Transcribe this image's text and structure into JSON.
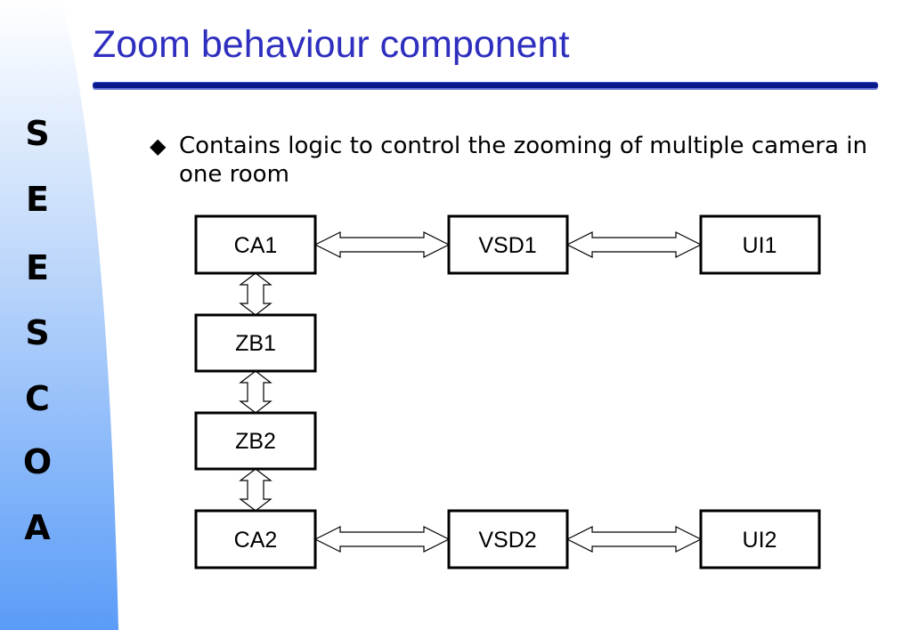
{
  "sidebar": {
    "letters": [
      "S",
      "E",
      "E",
      "S",
      "C",
      "O",
      "A"
    ],
    "gradient_top": "#ffffff",
    "gradient_bottom": "#5a9cf8"
  },
  "title": "Zoom behaviour component",
  "title_color": "#2f2fbf",
  "bullet": {
    "glyph": "◆",
    "text": "Contains logic to control the zooming of multiple camera in one room"
  },
  "diagram": {
    "nodes": [
      {
        "id": "ca1",
        "label": "CA1"
      },
      {
        "id": "vsd1",
        "label": "VSD1"
      },
      {
        "id": "ui1",
        "label": "UI1"
      },
      {
        "id": "zb1",
        "label": "ZB1"
      },
      {
        "id": "zb2",
        "label": "ZB2"
      },
      {
        "id": "ca2",
        "label": "CA2"
      },
      {
        "id": "vsd2",
        "label": "VSD2"
      },
      {
        "id": "ui2",
        "label": "UI2"
      }
    ],
    "edges": [
      {
        "from": "ca1",
        "to": "vsd1",
        "type": "bidirectional"
      },
      {
        "from": "vsd1",
        "to": "ui1",
        "type": "bidirectional"
      },
      {
        "from": "ca1",
        "to": "zb1",
        "type": "bidirectional"
      },
      {
        "from": "zb1",
        "to": "zb2",
        "type": "bidirectional"
      },
      {
        "from": "zb2",
        "to": "ca2",
        "type": "bidirectional"
      },
      {
        "from": "ca2",
        "to": "vsd2",
        "type": "bidirectional"
      },
      {
        "from": "vsd2",
        "to": "ui2",
        "type": "bidirectional"
      }
    ]
  }
}
